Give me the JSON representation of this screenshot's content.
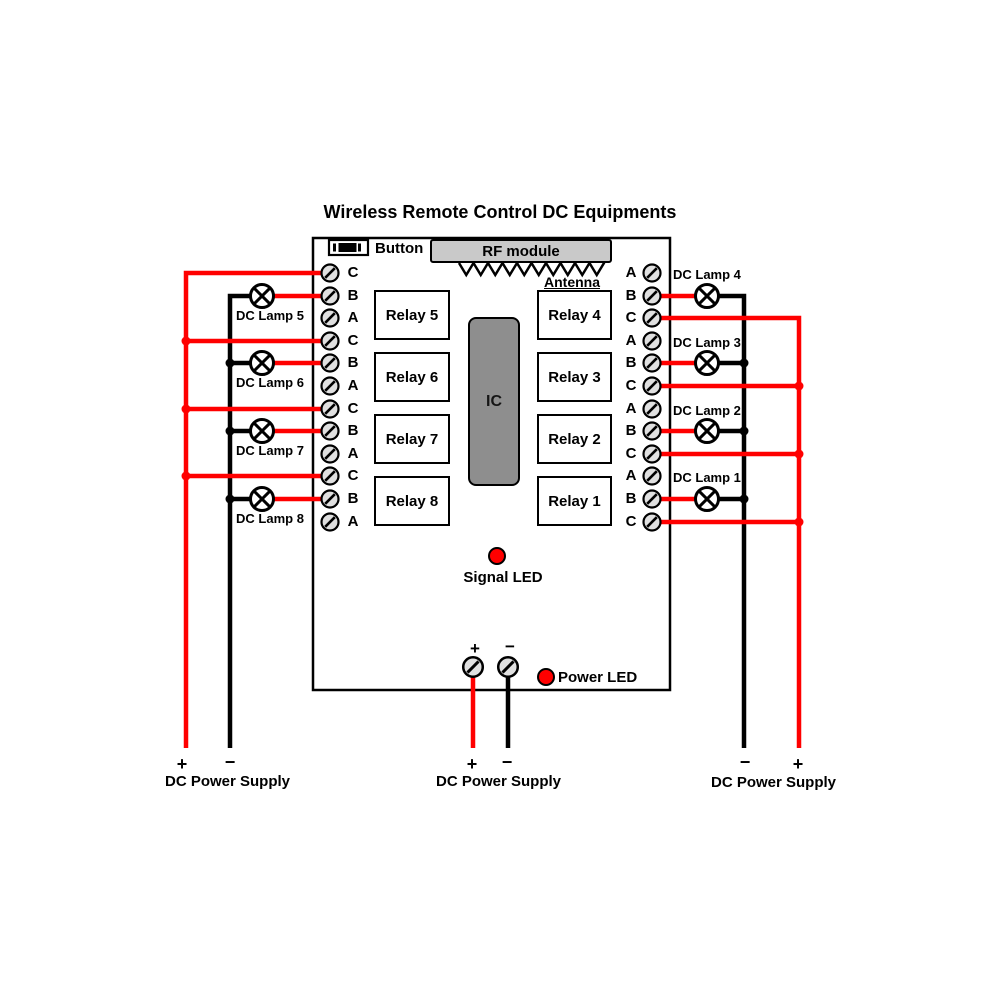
{
  "title": "Wireless Remote Control DC Equipments",
  "colors": {
    "red": "#ff0000",
    "black": "#000000",
    "module": "#c9c9c9",
    "ic": "#8e8e8e",
    "screw": "#e0e0e0"
  },
  "board": {
    "button_label": "Button",
    "rf_module_label": "RF module",
    "antenna_label": "Antenna",
    "ic_label": "IC",
    "signal_led_label": "Signal LED",
    "power_led_label": "Power LED",
    "power_terminal_plus": "+",
    "power_terminal_minus": "−"
  },
  "terminals": {
    "left": [
      "C",
      "B",
      "A",
      "C",
      "B",
      "A",
      "C",
      "B",
      "A",
      "C",
      "B",
      "A"
    ],
    "right": [
      "A",
      "B",
      "C",
      "A",
      "B",
      "C",
      "A",
      "B",
      "C",
      "A",
      "B",
      "C"
    ]
  },
  "relays": {
    "left": [
      "Relay 5",
      "Relay 6",
      "Relay 7",
      "Relay 8"
    ],
    "right": [
      "Relay 4",
      "Relay 3",
      "Relay 2",
      "Relay 1"
    ]
  },
  "lamps": {
    "left": [
      "DC Lamp 5",
      "DC Lamp 6",
      "DC Lamp 7",
      "DC Lamp 8"
    ],
    "right": [
      "DC Lamp 4",
      "DC Lamp 3",
      "DC Lamp 2",
      "DC Lamp 1"
    ]
  },
  "power_supplies": {
    "left": {
      "label": "DC Power Supply",
      "sign_left": "+",
      "sign_right": "−"
    },
    "center": {
      "label": "DC Power Supply",
      "sign_left": "+",
      "sign_right": "−"
    },
    "right": {
      "label": "DC Power Supply",
      "sign_left": "−",
      "sign_right": "+"
    }
  }
}
